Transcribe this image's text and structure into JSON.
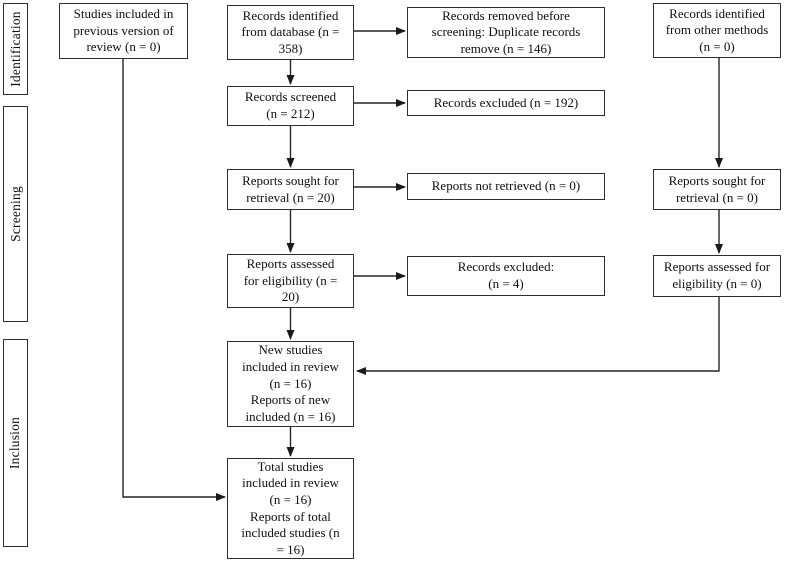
{
  "diagram": {
    "type": "prisma-flowchart",
    "colors": {
      "box_border": "#2e2e2e",
      "arrow": "#1a1a1a",
      "text": "#0f0f0f",
      "background": "#ffffff"
    },
    "stages": [
      {
        "label": "Identification"
      },
      {
        "label": "Screening"
      },
      {
        "label": "Inclusion"
      }
    ],
    "boxes": {
      "previous_studies": "Studies included in\nprevious version of\nreview (n = 0)",
      "records_identified_database": "Records identified\nfrom database (n =\n358)",
      "records_removed_before_screening": "Records removed before\nscreening: Duplicate records\nremove (n = 146)",
      "records_identified_other": "Records identified\nfrom other methods\n(n = 0)",
      "records_screened": "Records screened\n(n = 212)",
      "records_excluded_screening": "Records excluded (n = 192)",
      "reports_sought_database": "Reports sought for\nretrieval (n = 20)",
      "reports_not_retrieved": "Reports not retrieved (n = 0)",
      "reports_sought_other": "Reports sought for\nretrieval (n = 0)",
      "reports_assessed_database": "Reports assessed\nfor eligibility (n =\n20)",
      "records_excluded_eligibility": "Records excluded:\n(n = 4)",
      "reports_assessed_other": "Reports assessed for\neligibility (n = 0)",
      "new_studies_included": "New studies\nincluded in review\n(n = 16)\nReports of new\nincluded (n = 16)",
      "total_studies_included": "Total studies\nincluded in review\n(n = 16)\nReports of total\nincluded studies (n\n= 16)"
    }
  }
}
